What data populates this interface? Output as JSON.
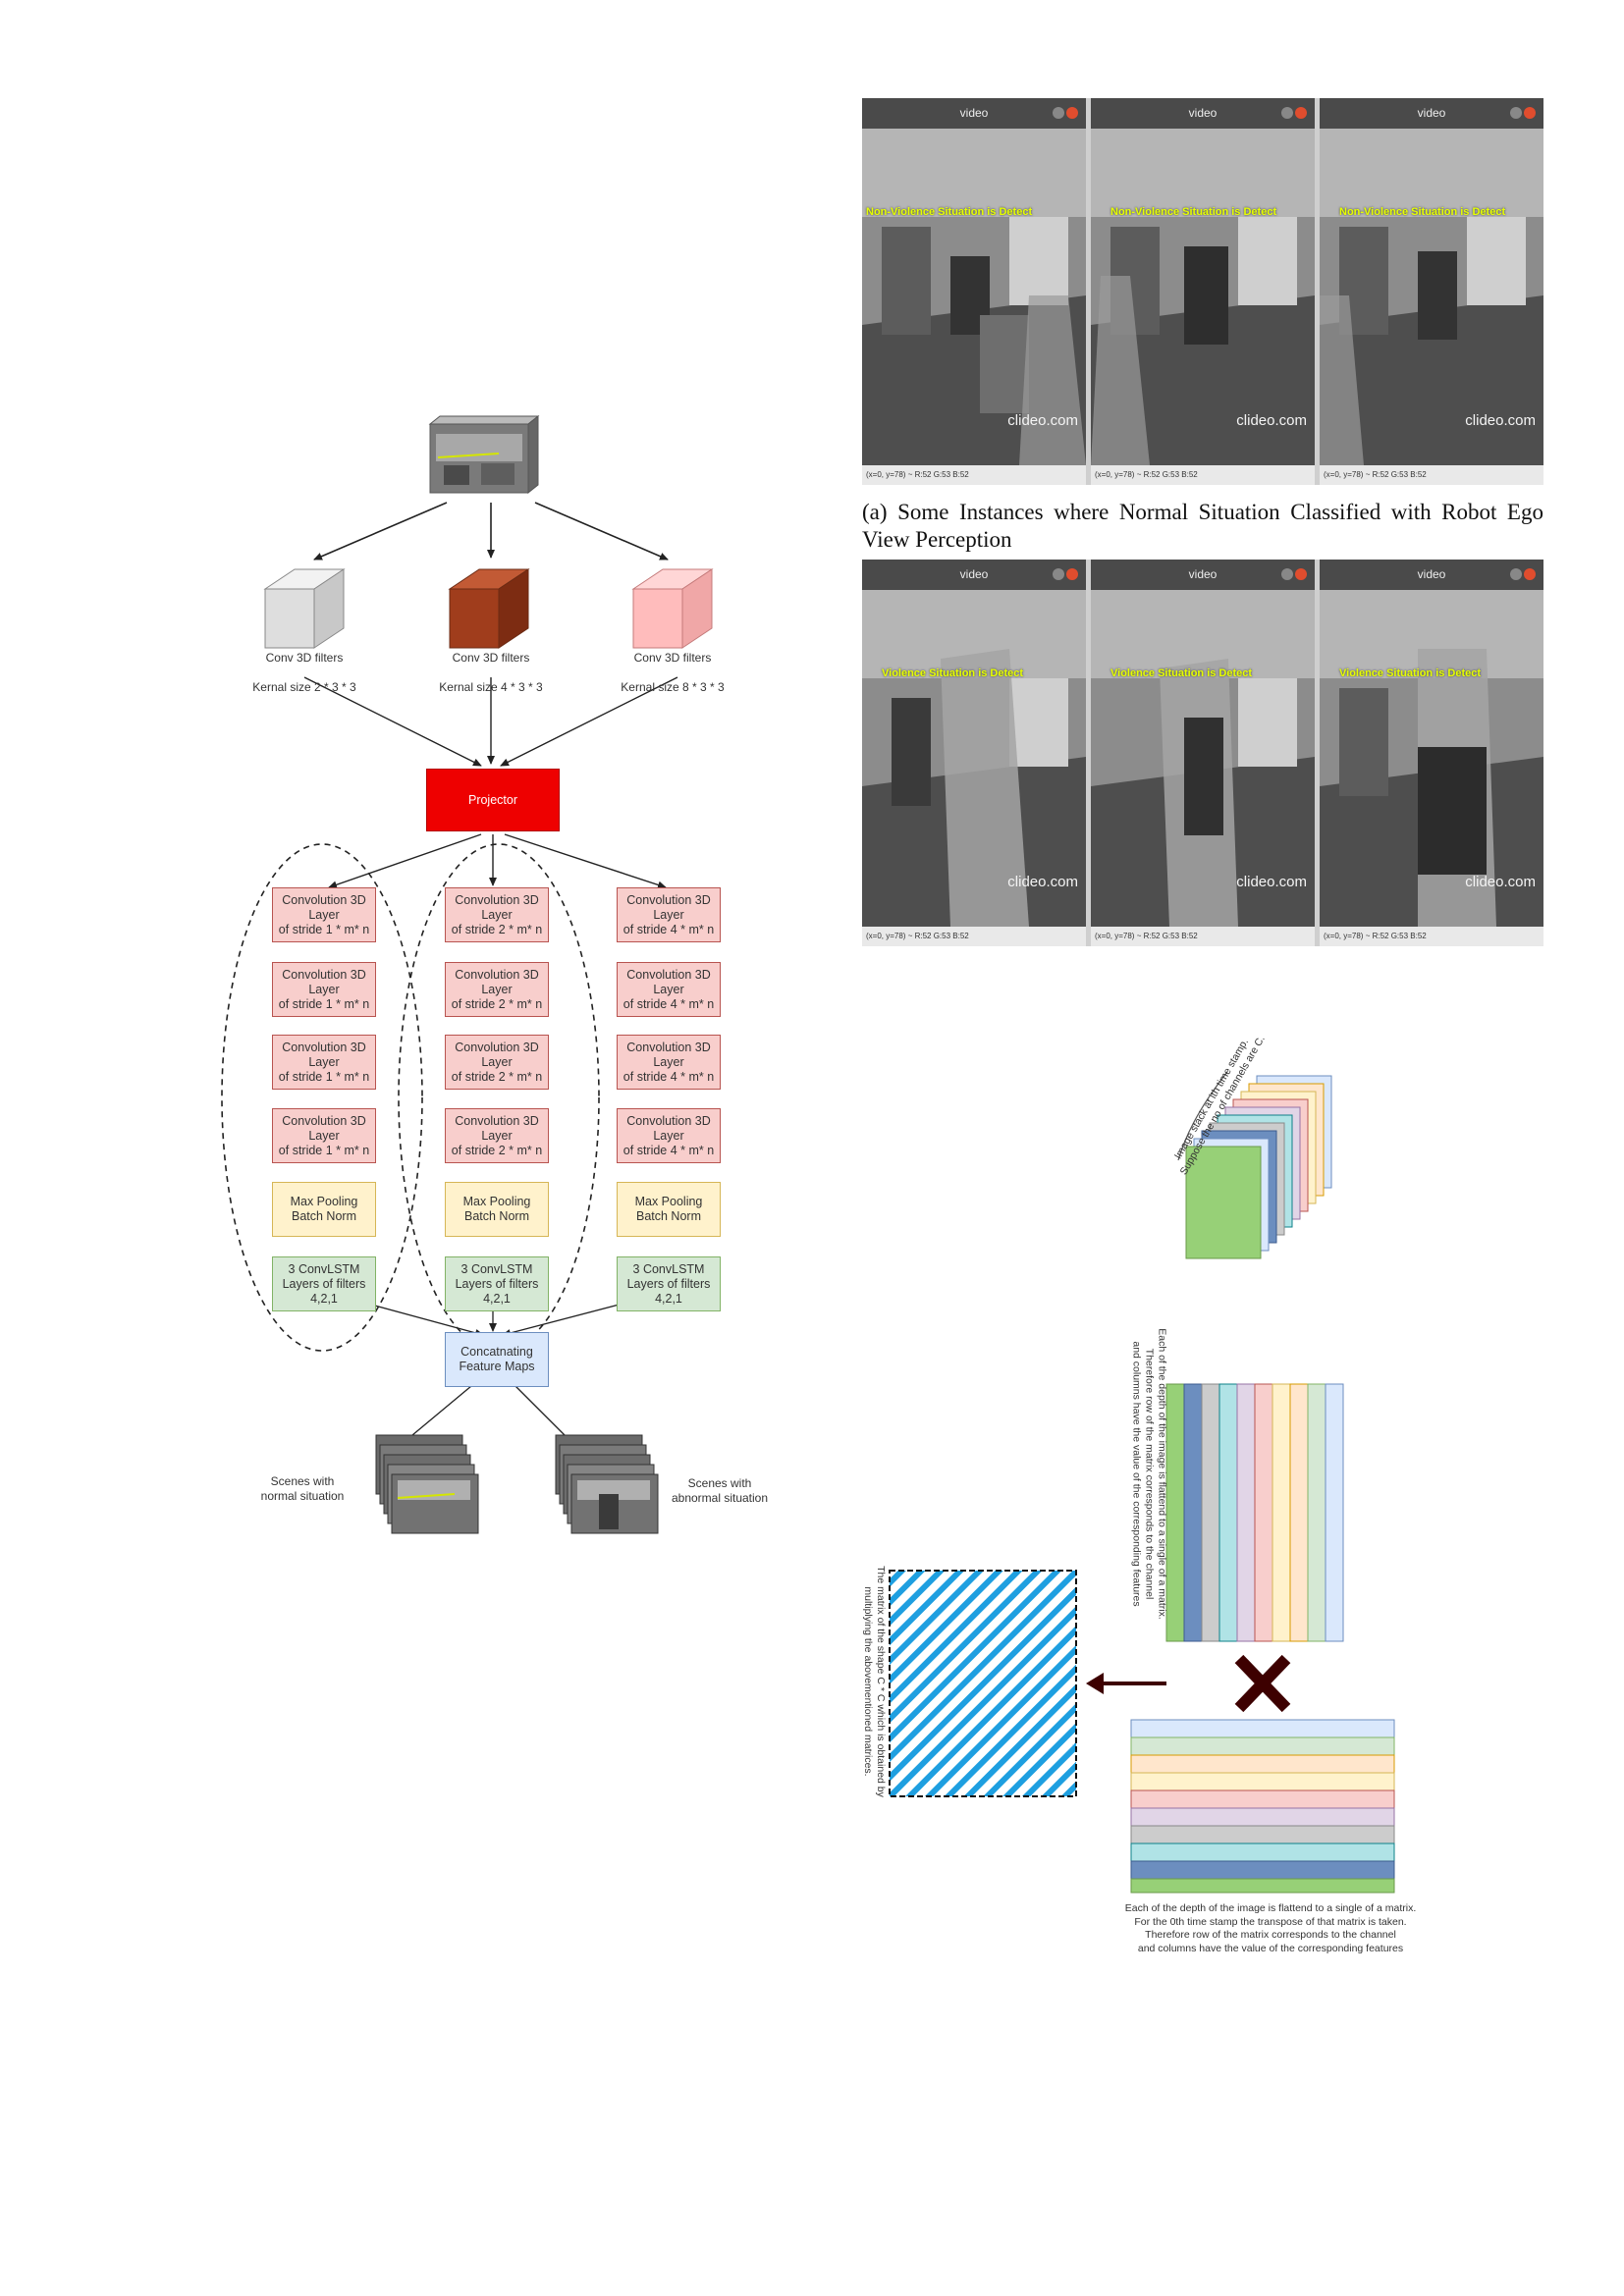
{
  "diagram": {
    "filters": [
      {
        "title": "Conv 3D filters",
        "kernel": "Kernal size 2 * 3 * 3"
      },
      {
        "title": "Conv 3D filters",
        "kernel": "Kernal size 4 * 3 * 3"
      },
      {
        "title": "Conv 3D filters",
        "kernel": "Kernal size 8 * 3 * 3"
      }
    ],
    "projector": "Projector",
    "branches": [
      {
        "conv": [
          "Convolution 3D\nLayer\nof stride 1 * m* n",
          "Convolution 3D\nLayer\nof stride 1 * m* n",
          "Convolution 3D\nLayer\nof stride 1 * m* n",
          "Convolution 3D\nLayer\nof stride 1 * m* n"
        ],
        "pool": "Max Pooling\nBatch Norm",
        "lstm": "3 ConvLSTM\nLayers of filters\n4,2,1"
      },
      {
        "conv": [
          "Convolution 3D\nLayer\nof stride 2 * m* n",
          "Convolution 3D\nLayer\nof stride 2 * m* n",
          "Convolution 3D\nLayer\nof stride 2 * m* n",
          "Convolution 3D\nLayer\nof stride 2 * m* n"
        ],
        "pool": "Max Pooling\nBatch Norm",
        "lstm": "3 ConvLSTM\nLayers of filters\n4,2,1"
      },
      {
        "conv": [
          "Convolution 3D\nLayer\nof stride 4 * m* n",
          "Convolution 3D\nLayer\nof stride 4 * m* n",
          "Convolution 3D\nLayer\nof stride 4 * m* n",
          "Convolution 3D\nLayer\nof stride 4 * m* n"
        ],
        "pool": "Max Pooling\nBatch Norm",
        "lstm": "3 ConvLSTM\nLayers of filters\n4,2,1"
      }
    ],
    "concat": "Concatnating\nFeature Maps",
    "output_normal": "Scenes with\nnormal situation",
    "output_abnormal": "Scenes with\nabnormal situation"
  },
  "video_panels": {
    "top": {
      "titles": [
        "video",
        "video",
        "video"
      ],
      "overlay": "Non-Violence Situation is Detect",
      "watermark": "clideo.com",
      "status": "(x=0, y=78) ~ R:52 G:53 B:52"
    },
    "bottom": {
      "titles": [
        "video",
        "video",
        "video"
      ],
      "overlay": "Violence Situation is Detect",
      "watermark": "clideo.com",
      "status": "(x=0, y=78) ~ R:52 G:53 B:52"
    },
    "caption": "(a) Some Instances where Normal Situation Classified with Robot Ego View Perception"
  },
  "gram": {
    "stack_label": "Image stack at ith time stamp.\nSuppose the no of channels are C.",
    "flatten_label": "Each of the depth of the image is flattend to a single of a matrix.\nTherefore row of the matrix corresponds to the channel\nand columns have the value of the corresponding features",
    "result_label": "The matrix of the shape C * C which is obtained by\nmultiplying the abovementioned matrices.",
    "bottom_label": "Each of the depth of the image is flattend to a single of a matrix.\nFor the 0th time stamp the transpose of that matrix is taken.\nTherefore row of the matrix corresponds to the channel\nand columns have the value of the corresponding features",
    "colors": [
      "#d5e8d4",
      "#6c8ebf",
      "#cccccc",
      "#b0e3e6",
      "#e1d5e7",
      "#f8cecc",
      "#fff2cc",
      "#ffe6cc",
      "#d5e8d4",
      "#dae8fc"
    ]
  }
}
